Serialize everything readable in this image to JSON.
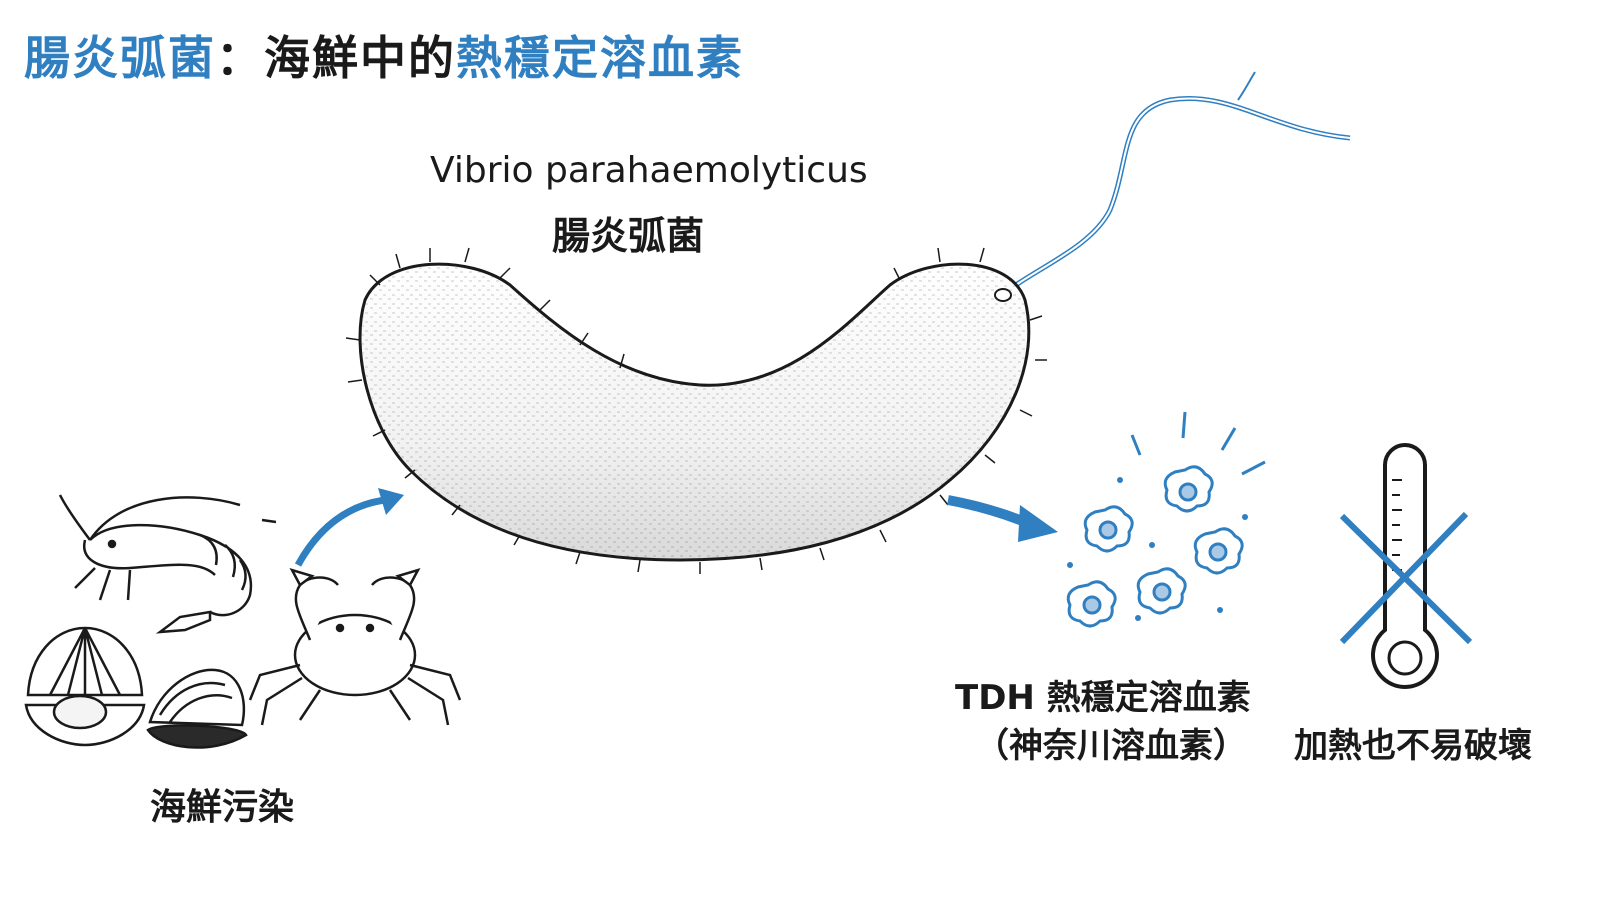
{
  "title": {
    "part1": "腸炎弧菌",
    "sep": "：",
    "part2": "海鮮中的",
    "part3": "熱穩定溶血素"
  },
  "bacterium": {
    "latin_name": "Vibrio parahaemolyticus",
    "chinese_name": "腸炎弧菌"
  },
  "seafood": {
    "label": "海鮮污染",
    "icons": [
      "shrimp-icon",
      "scallop-icon",
      "clam-icon",
      "crab-icon"
    ]
  },
  "toxin": {
    "label": "TDH 熱穩定溶血素",
    "sub_label": "（神奈川溶血素）"
  },
  "heat": {
    "label": "加熱也不易破壞",
    "icon": "crossed-thermometer-icon"
  },
  "colors": {
    "accent": "#2f7fc1",
    "ink": "#1a1a1a"
  }
}
